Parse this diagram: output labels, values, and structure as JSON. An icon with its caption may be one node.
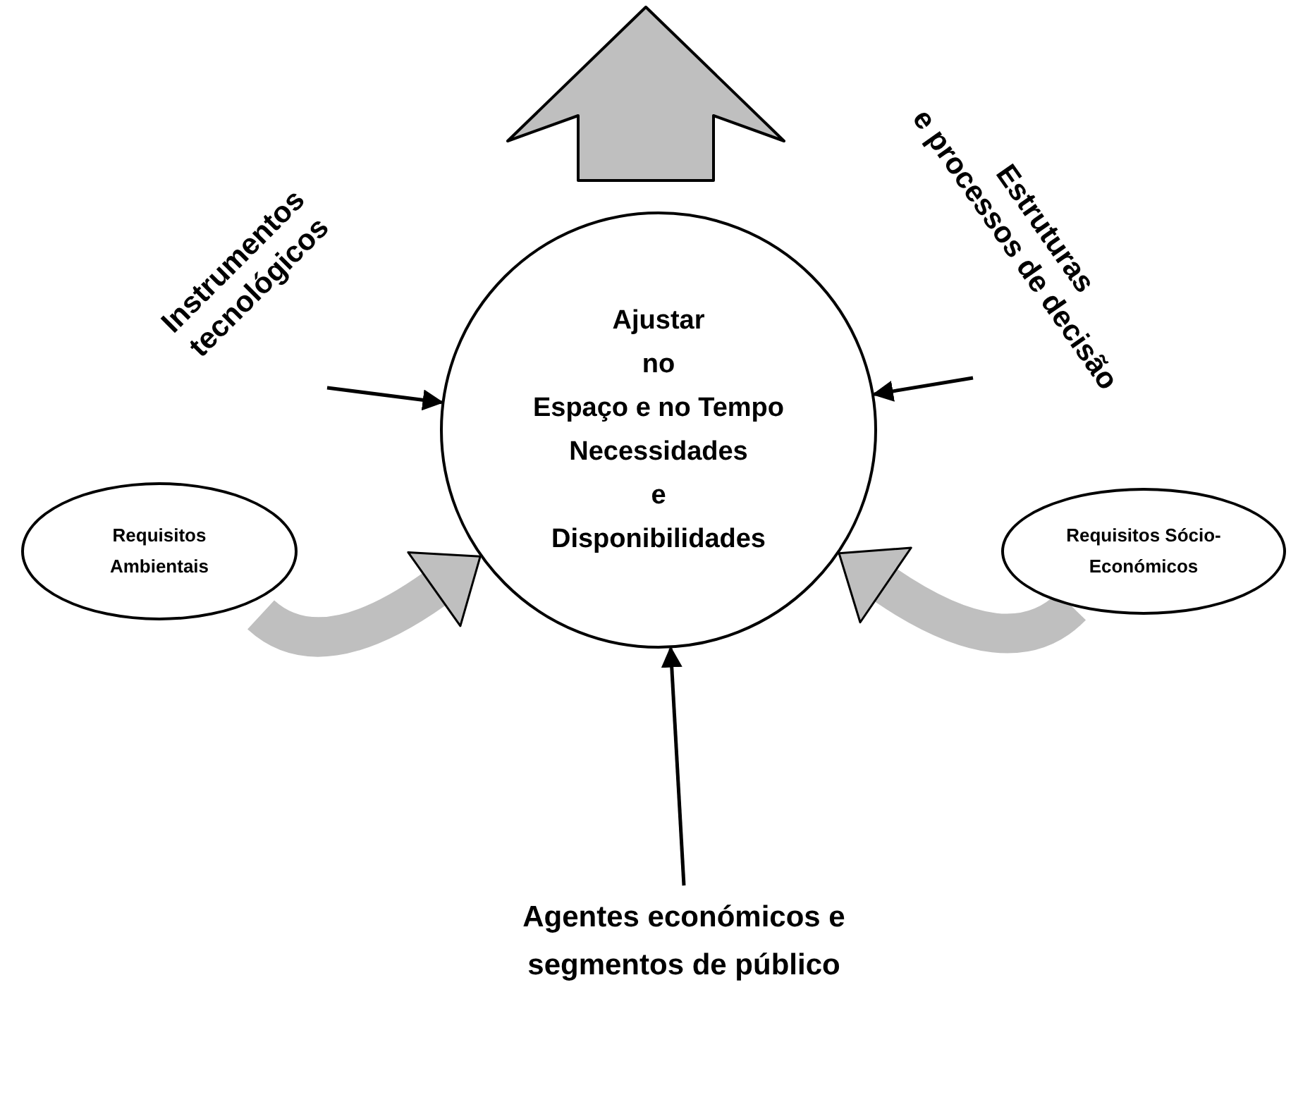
{
  "diagram": {
    "nodes": [
      {
        "text": [
          "Ajustar",
          "no",
          "Espaço e no Tempo",
          "Necessidades",
          "e",
          "Disponibilidades"
        ]
      },
      {
        "text": [
          "Instrumentos tecnológicos"
        ]
      },
      {
        "text": [
          "Estruturas",
          "e processos de decisão"
        ]
      },
      {
        "text": [
          "Requisitos Ambientais"
        ]
      },
      {
        "text": [
          "Requisitos Sócio-Económicos"
        ]
      },
      {
        "text": [
          "Agentes económicos e segmentos de público"
        ]
      }
    ],
    "edges": [
      {
        "from": 1,
        "to": 0,
        "arrow": "to"
      },
      {
        "from": 2,
        "to": 0,
        "arrow": "to"
      },
      {
        "from": 5,
        "to": 0,
        "arrow": "to"
      },
      {
        "from": 3,
        "to": 0,
        "arrow": "to",
        "style": "thick",
        "color": "#bfbfbf"
      },
      {
        "from": 4,
        "to": 0,
        "arrow": "to",
        "style": "thick",
        "color": "#bfbfbf"
      }
    ]
  }
}
